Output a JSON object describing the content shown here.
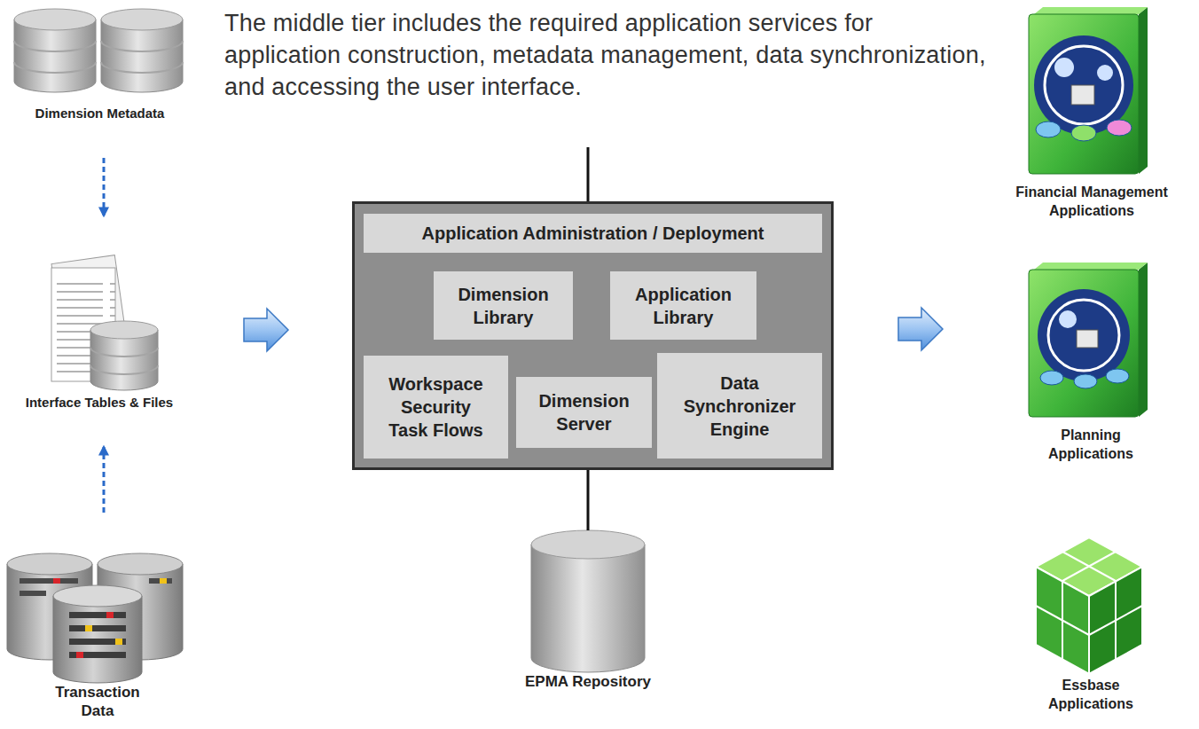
{
  "diagram": {
    "title": "The middle tier includes the required application services for application construction, metadata management, data synchronization, and accessing the user interface.",
    "nodes": [
      {
        "text": [
          "Dimension Metadata"
        ]
      },
      {
        "text": [
          "Interface Tables & Files"
        ]
      },
      {
        "text": [
          "Transaction Data"
        ]
      },
      {
        "text": []
      },
      {
        "text": [
          "Application Administration / Deployment"
        ],
        "in": 3
      },
      {
        "text": [
          "Dimension Library"
        ],
        "in": 3
      },
      {
        "text": [
          "Application Library"
        ],
        "in": 3
      },
      {
        "text": [
          "Workspace Security Task Flows"
        ],
        "in": 3
      },
      {
        "text": [
          "Dimension Server"
        ],
        "in": 3
      },
      {
        "text": [
          "Data Synchronizer Engine"
        ],
        "in": 3
      },
      {
        "text": [
          "EPMA Repository"
        ]
      },
      {
        "text": [
          "Financial Management Applications"
        ]
      },
      {
        "text": [
          "Planning Applications"
        ]
      },
      {
        "text": [
          "Essbase Applications"
        ]
      }
    ],
    "edges": [
      {
        "from": 0,
        "to": 1,
        "arrow": "to"
      },
      {
        "from": 2,
        "to": 1,
        "arrow": "to"
      },
      {
        "from": 1,
        "to": 3,
        "arrow": "to"
      },
      {
        "from": 3,
        "to": 10,
        "arrow": "none"
      },
      {
        "from": 3,
        "to": 12,
        "arrow": "to"
      }
    ]
  }
}
